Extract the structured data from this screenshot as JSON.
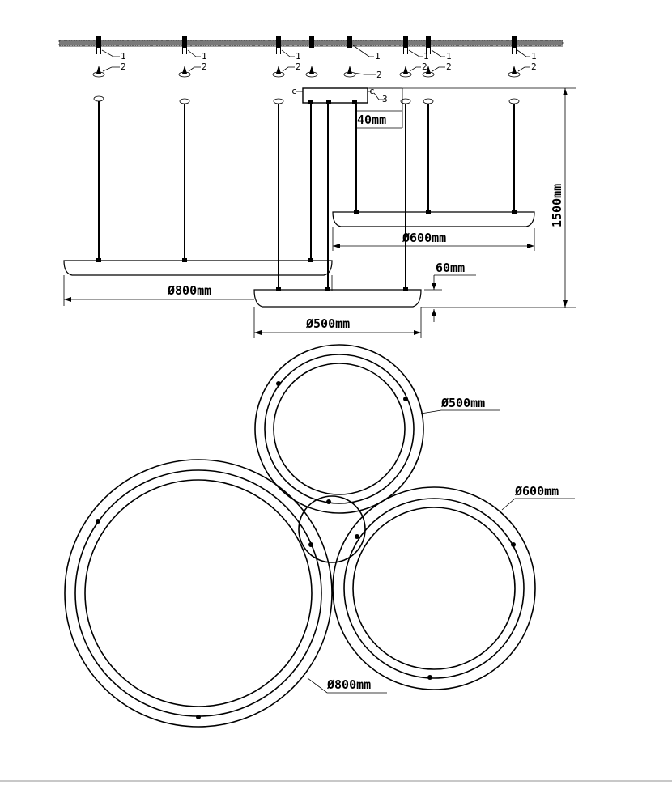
{
  "side_view": {
    "callouts": {
      "ceiling_mount": "1",
      "ceiling_cup": "2",
      "power_box": "3"
    },
    "dims": {
      "box_depth": "40mm",
      "total_height": "1500mm",
      "ring_thickness": "60mm",
      "ring_600": "Ø600mm",
      "ring_800": "Ø800mm",
      "ring_500": "Ø500mm"
    }
  },
  "top_view": {
    "dims": {
      "ring_500": "Ø500mm",
      "ring_600": "Ø600mm",
      "ring_800": "Ø800mm"
    }
  }
}
